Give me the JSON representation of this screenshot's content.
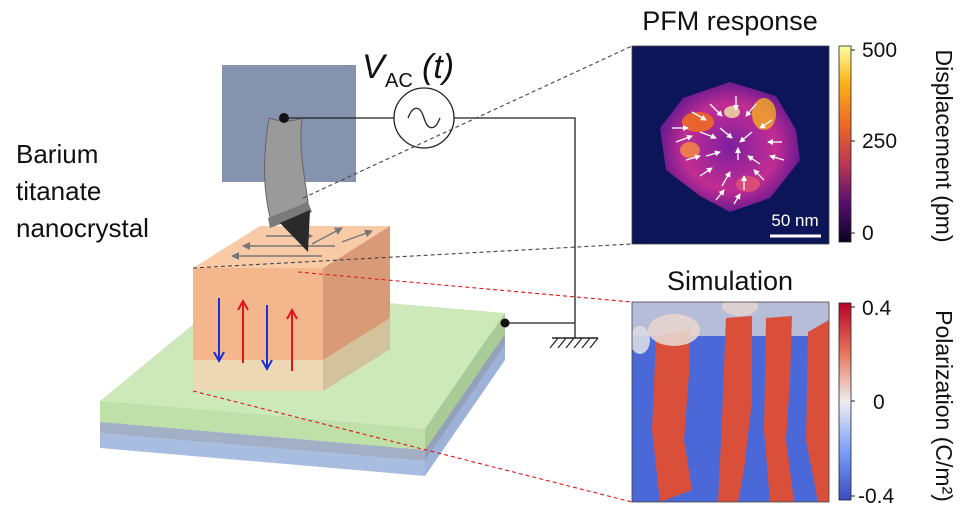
{
  "voltage": {
    "main": "V",
    "sub": "AC",
    "arg": "(t)"
  },
  "sample_label": [
    "Barium",
    "titanate",
    "nanocrystal"
  ],
  "pfm": {
    "title": "PFM response",
    "scalebar": "50 nm",
    "colorbar_label": "Displacement (pm)",
    "ticks": [
      "500",
      "250",
      "0"
    ]
  },
  "simulation": {
    "title": "Simulation",
    "colorbar_label": "Polarization (C/m²)",
    "ticks": [
      "0.4",
      "0",
      "-0.4"
    ]
  },
  "colors": {
    "tip_block": "#8693ae",
    "cube_front": "#f3b68d",
    "cube_side": "#d99a78",
    "cube_top": "#f8caa6",
    "substrate_green": "#cde9b9",
    "substrate_blue": "#b9cbe8",
    "arrow_up": "#e0161b",
    "arrow_down": "#1b2fd8",
    "guide_black": "#444444",
    "guide_red": "#e0161b"
  }
}
